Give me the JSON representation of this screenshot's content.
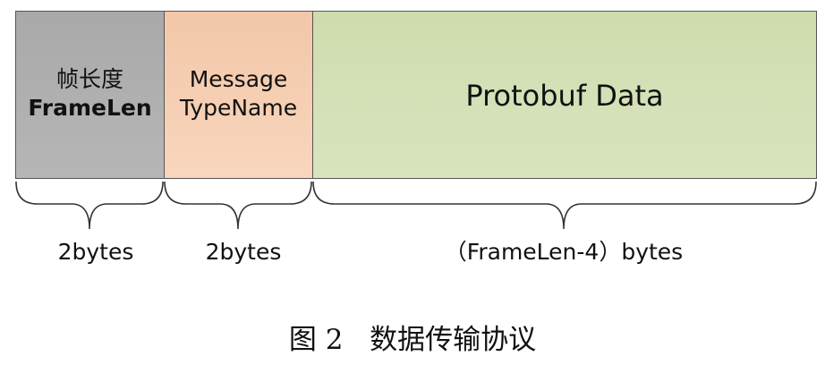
{
  "fields": [
    {
      "title_cn": "帧长度",
      "title_en": "FrameLen",
      "size": "2bytes",
      "color": "#b0b0b0"
    },
    {
      "title_line1": "Message",
      "title_line2": "TypeName",
      "size": "2bytes",
      "color": "#f6cfb4"
    },
    {
      "title": "Protobuf Data",
      "size": "（FrameLen-4）bytes",
      "color": "#d4e0b6"
    }
  ],
  "caption": "图 2   数据传输协议"
}
